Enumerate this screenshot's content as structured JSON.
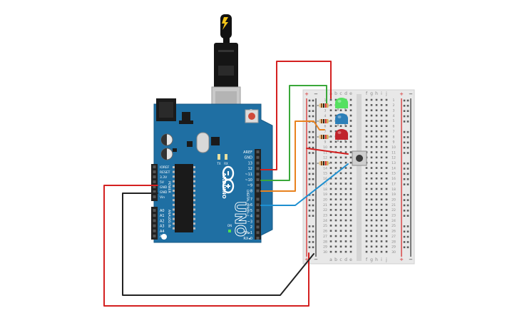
{
  "board": {
    "brand": "ARDUINO",
    "model": "UNO",
    "on_label": "ON",
    "tx_label": "TX",
    "rx_label": "RX",
    "digital_label": "DIGITAL (PWM~)",
    "analog_label": "ANALOG IN",
    "power_label": "POWER",
    "digital_pins": [
      "AREF",
      "GND",
      "13",
      "12",
      "~11",
      "~10",
      "~9",
      "8",
      "7",
      "~6",
      "~5",
      "4",
      "~3",
      "2",
      "TX▸1",
      "RX◂0"
    ],
    "power_pins": [
      "IOREF",
      "RESET",
      "3.3V",
      "5V",
      "GND",
      "GND",
      "Vin"
    ],
    "analog_pins": [
      "A0",
      "A1",
      "A2",
      "A3",
      "A4",
      "A5"
    ],
    "colors": {
      "pcb": "#1f6fa3",
      "header": "#222222",
      "chip": "#1a1a1a"
    }
  },
  "breadboard": {
    "columns_left": [
      "a",
      "b",
      "c",
      "d",
      "e"
    ],
    "columns_right": [
      "f",
      "g",
      "h",
      "i",
      "j"
    ],
    "row_count": 30,
    "plus": "+",
    "minus": "−",
    "colors": {
      "body": "#e8e8e8",
      "rail_red": "#d42020",
      "rail_black": "#333333"
    }
  },
  "components": {
    "leds": [
      {
        "color_name": "green",
        "color": "#55e060"
      },
      {
        "color_name": "blue",
        "color": "#2d7fb8"
      },
      {
        "color_name": "red",
        "color": "#c0242c"
      }
    ],
    "resistor_count": 4,
    "button": {
      "color": "#3a3a3a"
    }
  },
  "wires": {
    "colors": {
      "red": "#d42020",
      "green": "#3aa83a",
      "orange": "#e8821e",
      "blue": "#1e8fd0",
      "black": "#222222"
    }
  },
  "usb": {
    "icon": "lightning-bolt-icon"
  }
}
